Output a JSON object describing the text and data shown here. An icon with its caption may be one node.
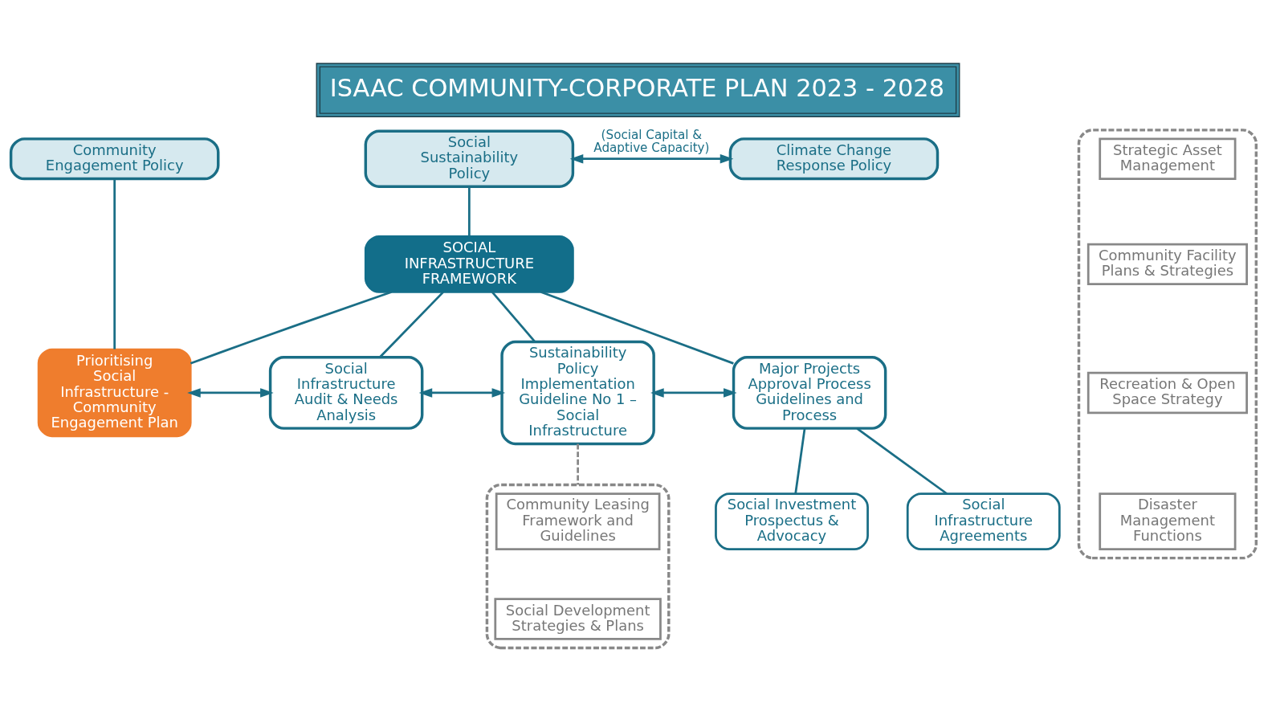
{
  "diagram": {
    "title": "ISAAC COMMUNITY-CORPORATE PLAN 2023 - 2028",
    "nodes": [
      {
        "text": [
          "Community Engagement Policy"
        ]
      },
      {
        "text": [
          "Social Sustainability Policy"
        ]
      },
      {
        "text": [
          "Climate Change Response Policy"
        ]
      },
      {
        "text": [
          "SOCIAL INFRASTRUCTURE FRAMEWORK"
        ]
      },
      {
        "text": [
          "Prioritising Social Infrastructure - Community Engagement Plan"
        ]
      },
      {
        "text": [
          "Social Infrastructure Audit & Needs Analysis"
        ]
      },
      {
        "text": [
          "Sustainability Policy Implementation Guideline No 1 – Social Infrastructure"
        ]
      },
      {
        "text": [
          "Major Projects Approval Process Guidelines and Process"
        ]
      },
      {
        "text": [],
        "shape": "box"
      },
      {
        "text": [
          "Community Leasing Framework and Guidelines"
        ],
        "in": 8
      },
      {
        "text": [
          "Social Development Strategies & Plans"
        ],
        "in": 8
      },
      {
        "text": [
          "Social Investment Prospectus & Advocacy"
        ]
      },
      {
        "text": [
          "Social Infrastructure Agreements"
        ]
      },
      {
        "text": [],
        "shape": "box"
      },
      {
        "text": [
          "Strategic Asset Management"
        ],
        "in": 13
      },
      {
        "text": [
          "Community Facility Plans & Strategies"
        ],
        "in": 13
      },
      {
        "text": [
          "Recreation & Open Space Strategy"
        ],
        "in": 13
      },
      {
        "text": [
          "Disaster Management Functions"
        ],
        "in": 13
      }
    ],
    "edges": [
      {
        "from": 1,
        "to": 2,
        "arrow": "both",
        "label": "(Social Capital & Adaptive Capacity)"
      },
      {
        "from": 1,
        "to": 3,
        "arrow": "none"
      },
      {
        "from": 0,
        "to": 4,
        "arrow": "none"
      },
      {
        "from": 3,
        "to": 4,
        "arrow": "none"
      },
      {
        "from": 3,
        "to": 5,
        "arrow": "none"
      },
      {
        "from": 3,
        "to": 6,
        "arrow": "none"
      },
      {
        "from": 3,
        "to": 7,
        "arrow": "none"
      },
      {
        "from": 4,
        "to": 5,
        "arrow": "both"
      },
      {
        "from": 5,
        "to": 6,
        "arrow": "both"
      },
      {
        "from": 6,
        "to": 7,
        "arrow": "both"
      },
      {
        "from": 6,
        "to": 8,
        "arrow": "none",
        "style": "dashed",
        "color": "#888888"
      },
      {
        "from": 7,
        "to": 11,
        "arrow": "none"
      },
      {
        "from": 7,
        "to": 12,
        "arrow": "none"
      }
    ]
  }
}
